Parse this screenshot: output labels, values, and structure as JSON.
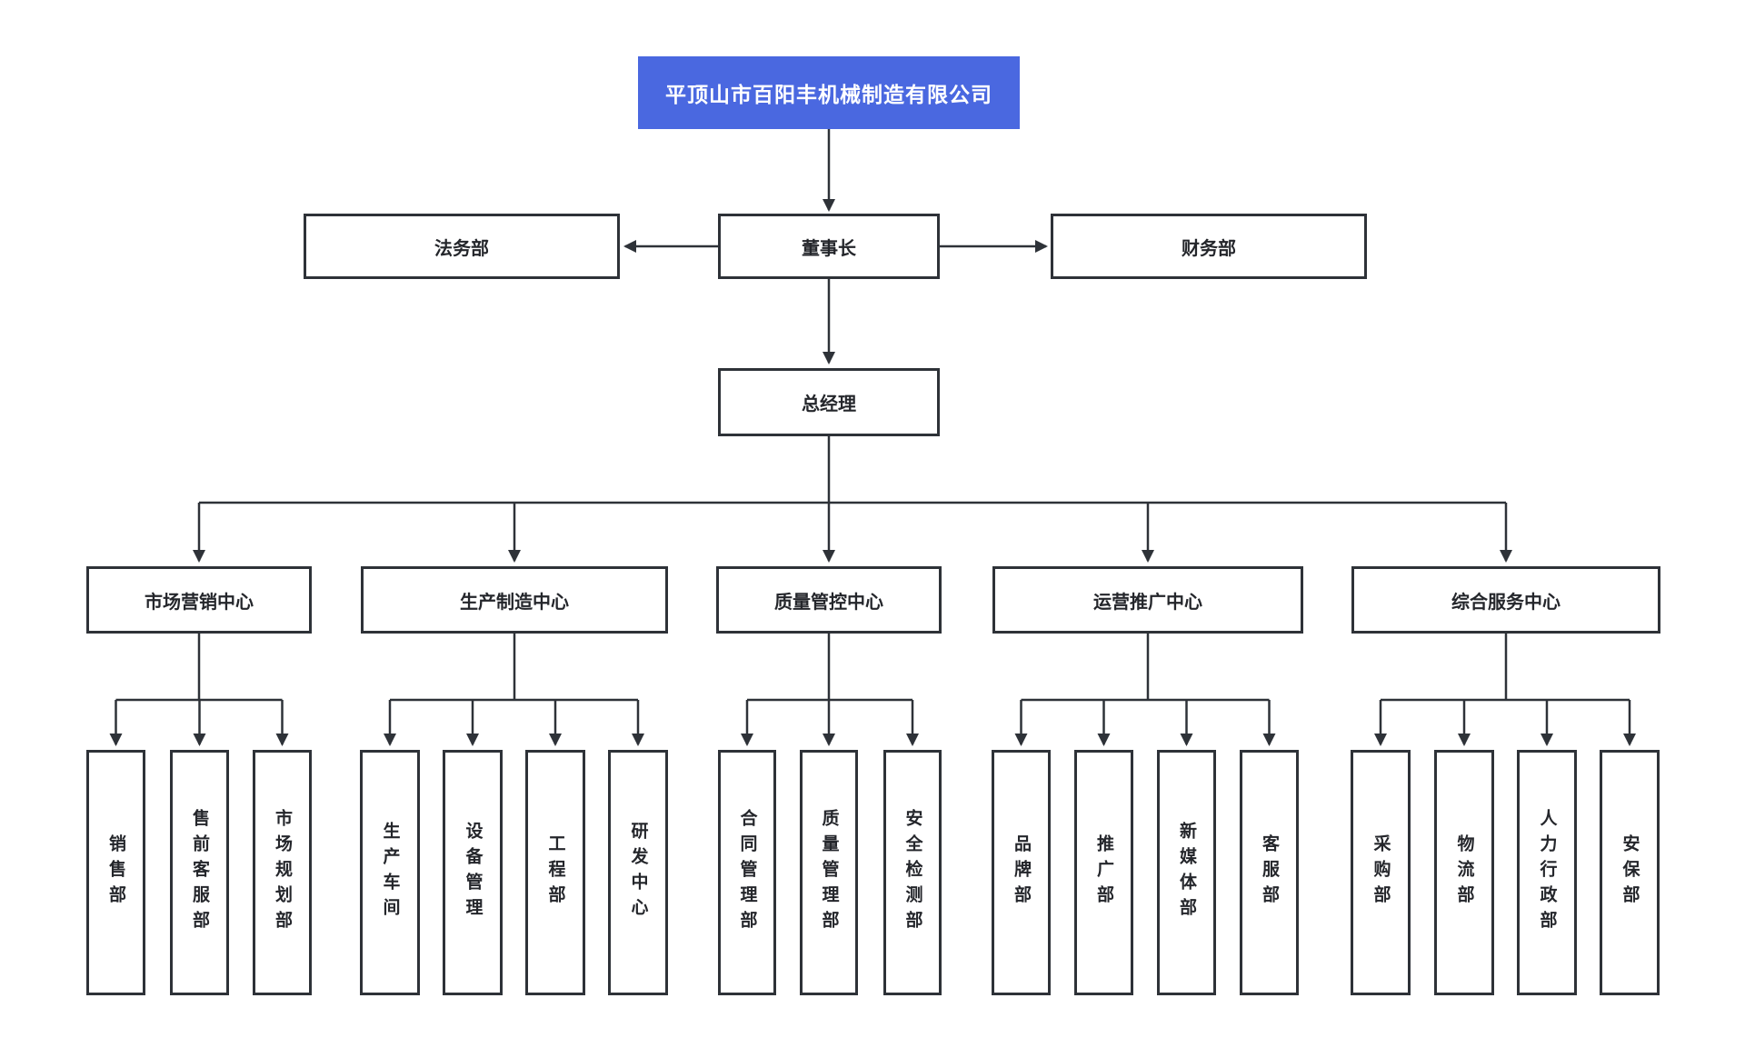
{
  "company": {
    "name": "平顶山市百阳丰机械制造有限公司"
  },
  "executives": {
    "legal": "法务部",
    "chairman": "董事长",
    "finance": "财务部",
    "general_manager": "总经理"
  },
  "centers": [
    {
      "label": "市场营销中心",
      "departments": [
        "销售部",
        "售前客服部",
        "市场规划部"
      ]
    },
    {
      "label": "生产制造中心",
      "departments": [
        "生产车间",
        "设备管理",
        "工程部",
        "研发中心"
      ]
    },
    {
      "label": "质量管控中心",
      "departments": [
        "合同管理部",
        "质量管理部",
        "安全检测部"
      ]
    },
    {
      "label": "运营推广中心",
      "departments": [
        "品牌部",
        "推广部",
        "新媒体部",
        "客服部"
      ]
    },
    {
      "label": "综合服务中心",
      "departments": [
        "采购部",
        "物流部",
        "人力行政部",
        "安保部"
      ]
    }
  ],
  "colors": {
    "accent_blue": "#4A68E0",
    "line": "#2E3238",
    "node_background": "#FFFFFF",
    "title_text": "#FFFFFF",
    "label_text": "#24262B",
    "page_background": "#FFFFFF"
  }
}
